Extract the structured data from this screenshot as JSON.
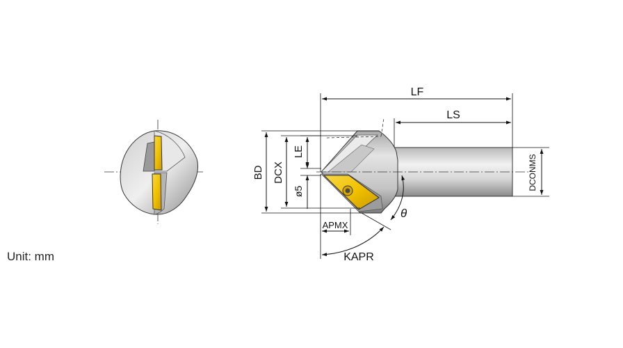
{
  "unit_label": "Unit: mm",
  "dimensions": {
    "lf": "LF",
    "ls": "LS",
    "bd": "BD",
    "dcx": "DCX",
    "le": "LE",
    "phi5": "ø5",
    "dconms": "DCONMS",
    "apmx": "APMX",
    "kapr": "KAPR",
    "theta": "θ"
  },
  "colors": {
    "insert": "#f2c200",
    "body_light": "#dcdcdc",
    "body_dark": "#8c8c8c",
    "line": "#111111"
  }
}
